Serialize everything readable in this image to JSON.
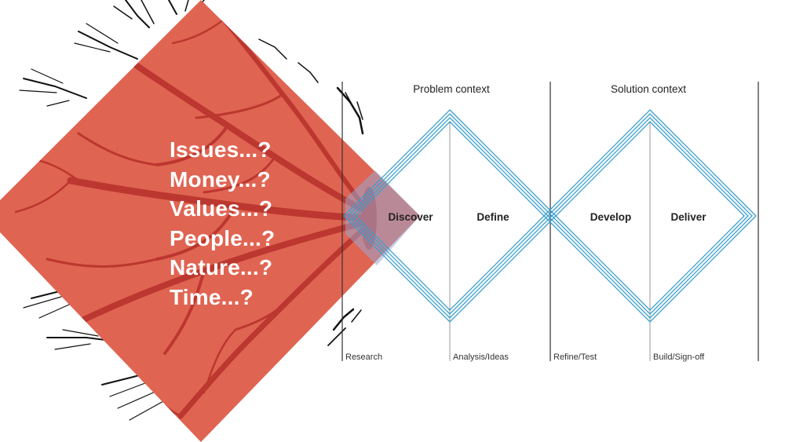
{
  "questions": [
    "Issues...?",
    "Money...?",
    "Values...?",
    "People...?",
    "Nature...?",
    "Time...?"
  ],
  "contexts": {
    "problem": "Problem context",
    "solution": "Solution context"
  },
  "phases": {
    "discover": "Discover",
    "define": "Define",
    "develop": "Develop",
    "deliver": "Deliver"
  },
  "activities": {
    "research": "Research",
    "analysis": "Analysis/Ideas",
    "refine": "Refine/Test",
    "build": "Build/Sign-off"
  },
  "colors": {
    "tree_diamond": "#e06452",
    "tree_trunk": "#b5302a",
    "branches_outside": "#111111",
    "double_diamond_lines": "#3a9fd0",
    "divider_lines": "#333333",
    "overlap_fill": "#9aa8d0",
    "text": "#222222"
  },
  "icons": [
    "tree-roots-illustration",
    "double-diamond-outline"
  ]
}
